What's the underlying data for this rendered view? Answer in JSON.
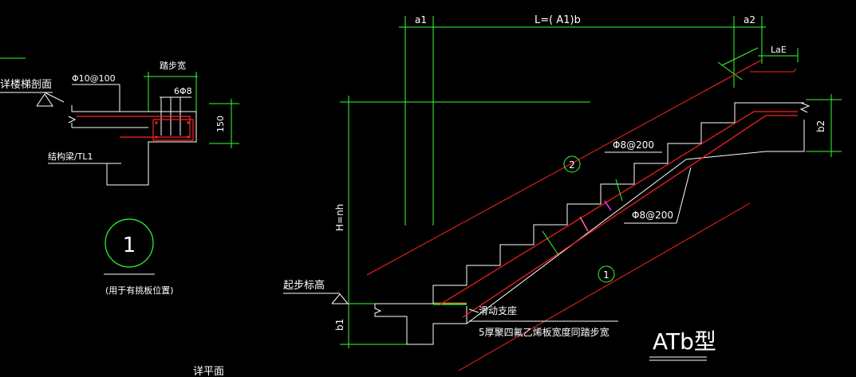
{
  "colors": {
    "background": "#000000",
    "white": "#ffffff",
    "green": "#33ff33",
    "red": "#ff2222",
    "magenta": "#ff33ff",
    "pink": "#ff66aa"
  },
  "left_detail": {
    "section_label": "详楼梯剖面",
    "rebar_label": "Φ10@100",
    "tread_width_label": "踏步宽",
    "bars_label": "6Φ8",
    "height_dim": "150",
    "beam_label": "结构梁/TL1",
    "circle_number": "1",
    "note": "(用于有挑板位置)",
    "bottom_label": "详平面"
  },
  "main_detail": {
    "dim_a1": "a1",
    "dim_length": "L=(  A1)b",
    "dim_a2": "a2",
    "dim_lae": "LaE",
    "dim_b2": "b2",
    "dim_height": "H=nh",
    "dim_b1": "b1",
    "top_rebar": "Φ8@200",
    "bottom_rebar": "Φ8@200",
    "circle_1": "1",
    "circle_2": "2",
    "start_elevation": "起步标高",
    "support_label": "滑动支座",
    "pad_label": "5厚聚四氟乙烯板宽度同踏步宽",
    "type_label": "ATb型"
  }
}
